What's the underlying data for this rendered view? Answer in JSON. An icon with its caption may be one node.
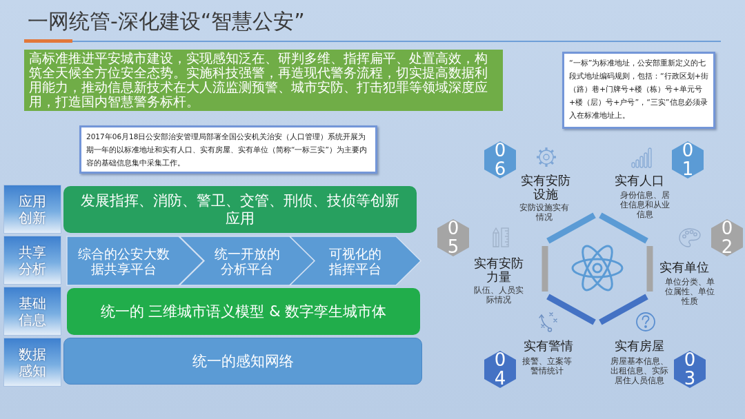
{
  "diagram": {
    "title": "一网统管-深化建设“智慧公安”",
    "nodes": [
      {
        "text": [
          "高标准推进平安城市建设，实现感知泛在、研判多维、指挥扁平、处置高效，构筑全天候全方位安全态势。实施科技强警，再造现代警务流程，切实提高数据利用能力，推动信息新技术在大人流监测预警、城市安防、打击犯罪等领域深度应用，打造国内智慧警务标杆。"
        ]
      },
      {
        "text": [
          "“一标”为标准地址，公安部重新定义的七段式地址编码规则，包括：“行政区划+街（路）巷+门牌号+楼（栋）号+单元号+楼（层）号+户号”，“三实”信息必须录入在标准地址上。"
        ]
      },
      {
        "text": [
          "2017年06月18日公安部治安管理局部署全国公安机关治安（人口管理）系统开展为期一年的以标准地址和实有人口、实有房屋、实有单位（简称“一标三实”）为主要内容的基础信息集中采集工作。"
        ]
      },
      {
        "text": [
          "应用创新"
        ]
      },
      {
        "text": [
          "发展指挥、消防、警卫、交管、刑侦、技侦等创新应用"
        ]
      },
      {
        "text": [
          "共享分析"
        ]
      },
      {
        "text": [
          "综合的公安大数据共享平台"
        ]
      },
      {
        "text": [
          "统一开放的分析平台"
        ]
      },
      {
        "text": [
          "可视化的指挥平台"
        ]
      },
      {
        "text": [
          "基础信息"
        ]
      },
      {
        "text": [
          "统一的 三维城市语义模型 & 数字孪生城市体"
        ]
      },
      {
        "text": [
          "数据感知"
        ]
      },
      {
        "text": [
          "统一的感知网络"
        ]
      },
      {
        "text": [
          "01"
        ],
        "beside": [
          "实有人口",
          "身份信息、居住信息和从业信息"
        ]
      },
      {
        "text": [
          "02"
        ],
        "beside": [
          "实有单位",
          "单位分类、单位属性、单位性质"
        ]
      },
      {
        "text": [
          "03"
        ],
        "beside": [
          "实有房屋",
          "房屋基本信息、出租信息、实际居住人员信息"
        ]
      },
      {
        "text": [
          "04"
        ],
        "beside": [
          "实有警情",
          "接警、立案等警情统计"
        ]
      },
      {
        "text": [
          "05"
        ],
        "beside": [
          "实有安防力量",
          "队伍、人员实际情况"
        ]
      },
      {
        "text": [
          "06"
        ],
        "beside": [
          "实有安防设施",
          "安防设施实有情况"
        ]
      }
    ]
  }
}
